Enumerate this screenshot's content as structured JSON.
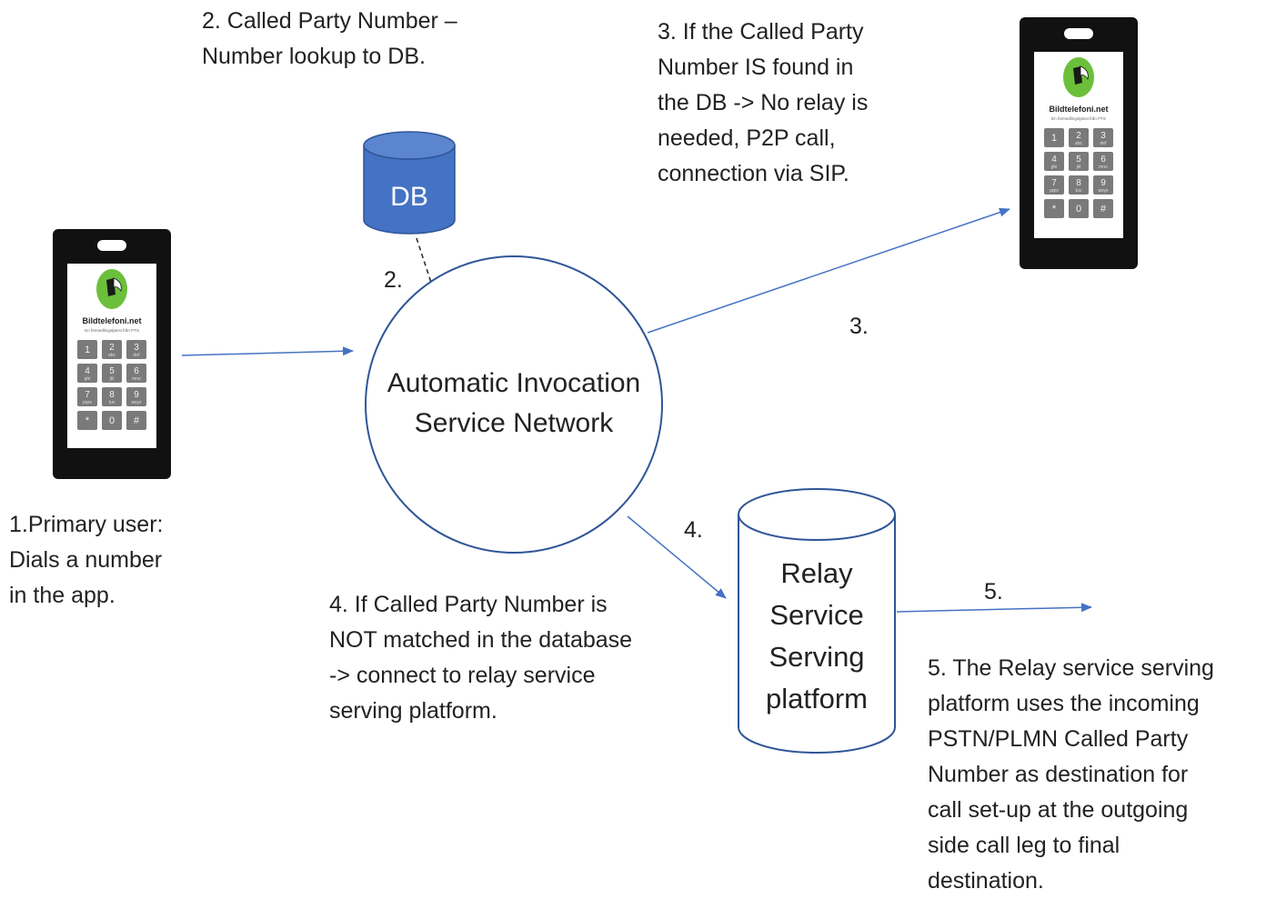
{
  "notes": {
    "step1": "1.Primary user:\nDials a number\nin the app.",
    "step2": "2. Called Party Number –\nNumber lookup to DB.",
    "step3": "3. If the Called Party\nNumber IS found in\nthe DB -> No relay is\nneeded, P2P call,\nconnection via SIP.",
    "step4": "4. If Called Party Number is\nNOT matched in the database\n  -> connect to relay service\nserving platform.",
    "step5": "5. The Relay service serving\nplatform uses the incoming\nPSTN/PLMN Called Party\nNumber as destination for\ncall set-up at the outgoing\nside call leg to final\ndestination."
  },
  "edge_labels": {
    "two": "2.",
    "three": "3.",
    "four": "4.",
    "five": "5."
  },
  "nodes": {
    "db": "DB",
    "network": "Automatic Invocation\nService Network",
    "relay": "Relay\nService\nServing\nplatform"
  },
  "phone": {
    "brand": "Bildtelefoni.net",
    "tagline": "En förmedlingstjänst från PTS",
    "keys": [
      {
        "d": "1",
        "s": ""
      },
      {
        "d": "2",
        "s": "abc"
      },
      {
        "d": "3",
        "s": "def"
      },
      {
        "d": "4",
        "s": "ghi"
      },
      {
        "d": "5",
        "s": "jkl"
      },
      {
        "d": "6",
        "s": "mno"
      },
      {
        "d": "7",
        "s": "pqrs"
      },
      {
        "d": "8",
        "s": "tuv"
      },
      {
        "d": "9",
        "s": "wxyz"
      },
      {
        "d": "*",
        "s": ""
      },
      {
        "d": "0",
        "s": ""
      },
      {
        "d": "#",
        "s": ""
      }
    ]
  },
  "colors": {
    "arrow": "#4472c4",
    "db_fill": "#4472c4",
    "circle_stroke": "#2f5597",
    "phone_body": "#111111",
    "logo_green": "#6cbf3b"
  }
}
